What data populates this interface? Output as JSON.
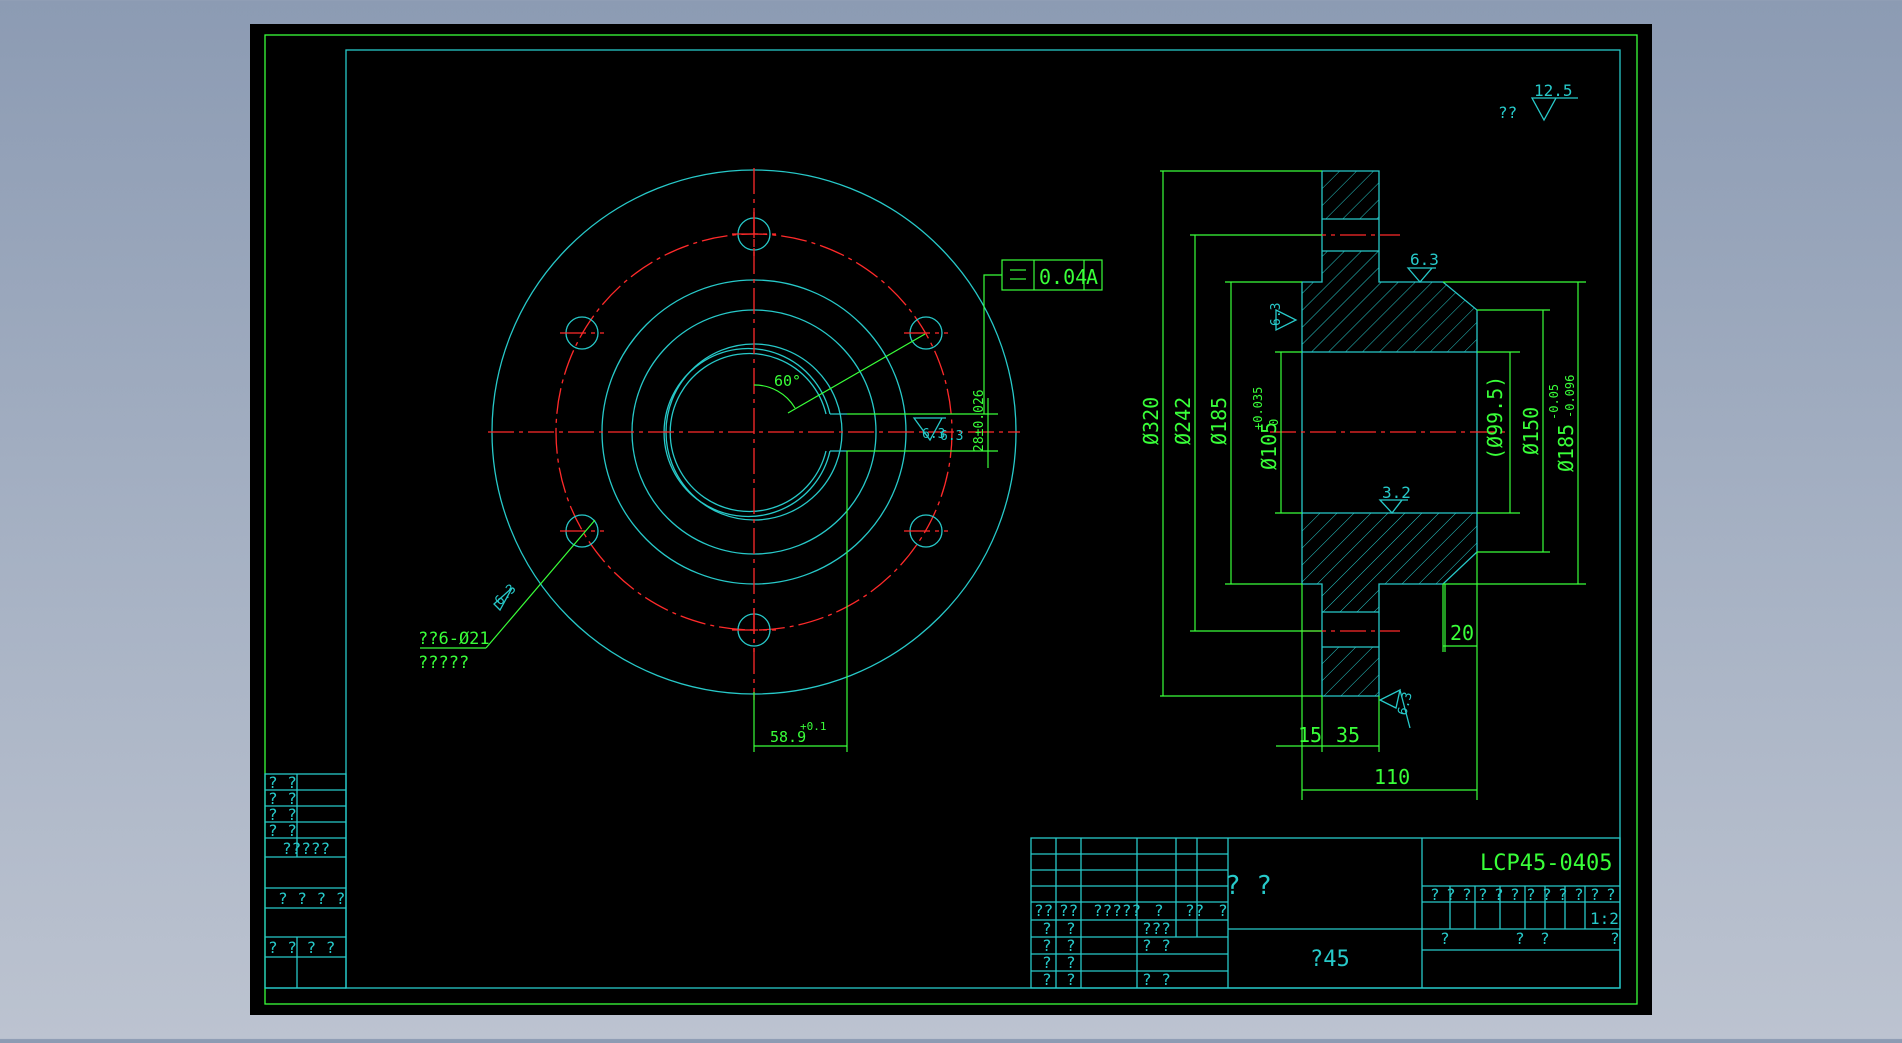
{
  "drawing": {
    "code": "LCP45-0405",
    "part_name": "?   ?",
    "material": "?45",
    "scale": "1:2",
    "roughness_note": {
      "prefix": "??",
      "value": "12.5"
    }
  },
  "title_block": {
    "sign_row": [
      "??",
      "??",
      "?????",
      "?",
      "??",
      "?"
    ],
    "sub_rows": [
      {
        "a": "?",
        "b": "?",
        "c": "???"
      },
      {
        "a": "?",
        "b": "?",
        "c": "? ?"
      },
      {
        "a": "?",
        "b": "?",
        "c": ""
      },
      {
        "a": "?",
        "b": "?",
        "c": "? ?"
      }
    ],
    "attr_row": [
      "?",
      "?",
      "?",
      "?",
      "?",
      "?",
      "?",
      "?",
      "?",
      "?",
      "?",
      "?"
    ],
    "sheet_row": [
      "?",
      "?",
      "?",
      "?"
    ]
  },
  "side_table": {
    "rows": [
      "? ?",
      "? ?",
      "? ?",
      "? ?",
      "?????"
    ],
    "mid": "? ? ? ?",
    "low": "? ? ?   ?"
  },
  "front_view": {
    "angle": "60°",
    "flatness_tol": "0.04",
    "datum": "A",
    "key_width": "28±0.026",
    "key_depth": "58.9",
    "key_depth_tol": "+0.1",
    "roughness": [
      "6.3",
      "6.3",
      "6.3"
    ],
    "hole_note_1": "??6-Ø21",
    "hole_note_2": "?????"
  },
  "side_view": {
    "dims": {
      "d320": "Ø320",
      "d242": "Ø242",
      "d185": "Ø185",
      "d105": "Ø105",
      "d105_tol": "+0.035",
      "d105_tol2": "0",
      "d995": "(Ø99.5)",
      "d150": "Ø150",
      "d185b": "Ø185",
      "d185b_tol1": "-0.05",
      "d185b_tol2": "-0.096",
      "w20": "20",
      "w15": "15",
      "w35": "35",
      "w110": "110"
    },
    "roughness": [
      "6.3",
      "6.3",
      "3.2",
      "6.3"
    ]
  }
}
